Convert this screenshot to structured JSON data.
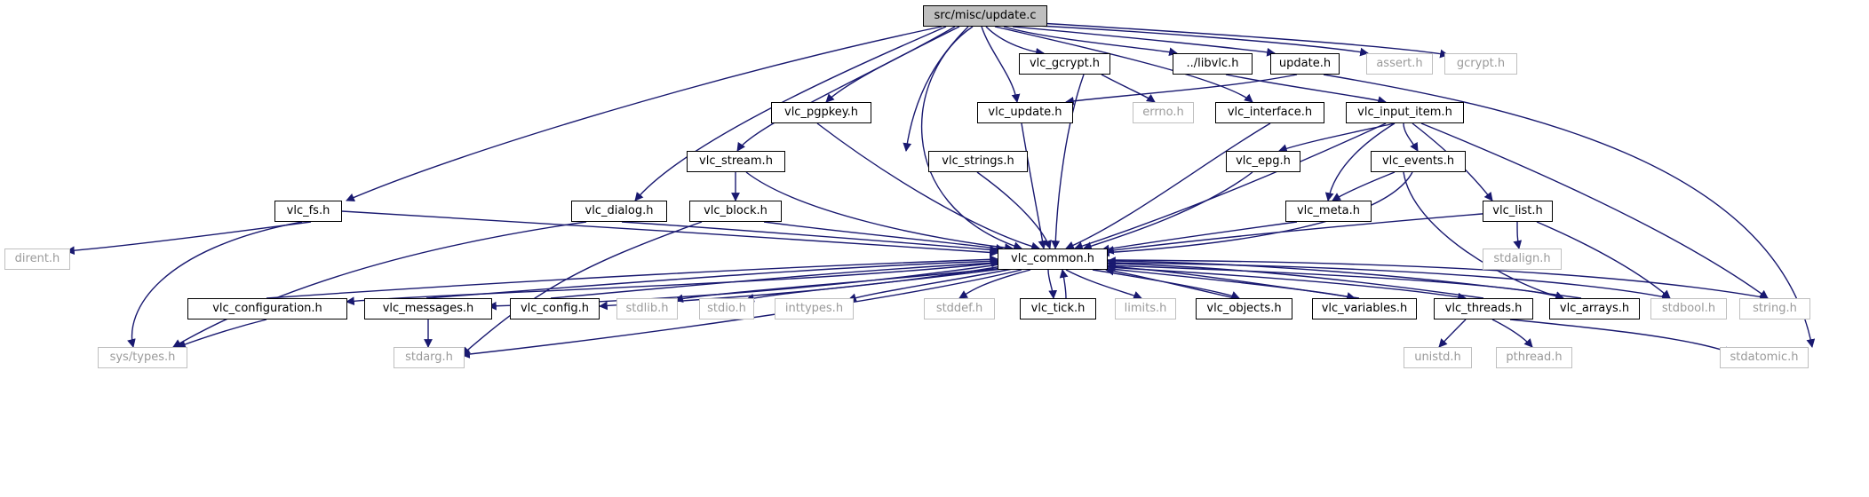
{
  "graph": {
    "colors": {
      "edge": "#191970",
      "root_fill": "#bfbfbf",
      "doc_border": "#000000",
      "system_border": "#bfbfbf",
      "system_text": "#9a9a9a"
    },
    "nodes": {
      "root": "src/misc/update.c",
      "vlc_fs": "vlc_fs.h",
      "dirent": "dirent.h",
      "sys_types": "sys/types.h",
      "vlc_dialog": "vlc_dialog.h",
      "vlc_stream": "vlc_stream.h",
      "vlc_block": "vlc_block.h",
      "vlc_pgpkey": "vlc_pgpkey.h",
      "vlc_gcrypt": "vlc_gcrypt.h",
      "errno": "errno.h",
      "vlc_update": "vlc_update.h",
      "vlc_strings": "vlc_strings.h",
      "libvlc": "../libvlc.h",
      "update_h": "update.h",
      "assert": "assert.h",
      "gcrypt": "gcrypt.h",
      "vlc_interface": "vlc_interface.h",
      "vlc_input_item": "vlc_input_item.h",
      "vlc_epg": "vlc_epg.h",
      "vlc_events": "vlc_events.h",
      "vlc_meta": "vlc_meta.h",
      "vlc_list": "vlc_list.h",
      "stdalign": "stdalign.h",
      "vlc_common": "vlc_common.h",
      "vlc_configuration": "vlc_configuration.h",
      "vlc_messages": "vlc_messages.h",
      "vlc_config": "vlc_config.h",
      "stdlib": "stdlib.h",
      "stdio": "stdio.h",
      "inttypes": "inttypes.h",
      "stddef": "stddef.h",
      "vlc_tick": "vlc_tick.h",
      "limits": "limits.h",
      "vlc_objects": "vlc_objects.h",
      "vlc_variables": "vlc_variables.h",
      "vlc_threads": "vlc_threads.h",
      "vlc_arrays": "vlc_arrays.h",
      "stdbool": "stdbool.h",
      "string": "string.h",
      "stdarg": "stdarg.h",
      "unistd": "unistd.h",
      "pthread": "pthread.h",
      "stdatomic": "stdatomic.h"
    }
  }
}
